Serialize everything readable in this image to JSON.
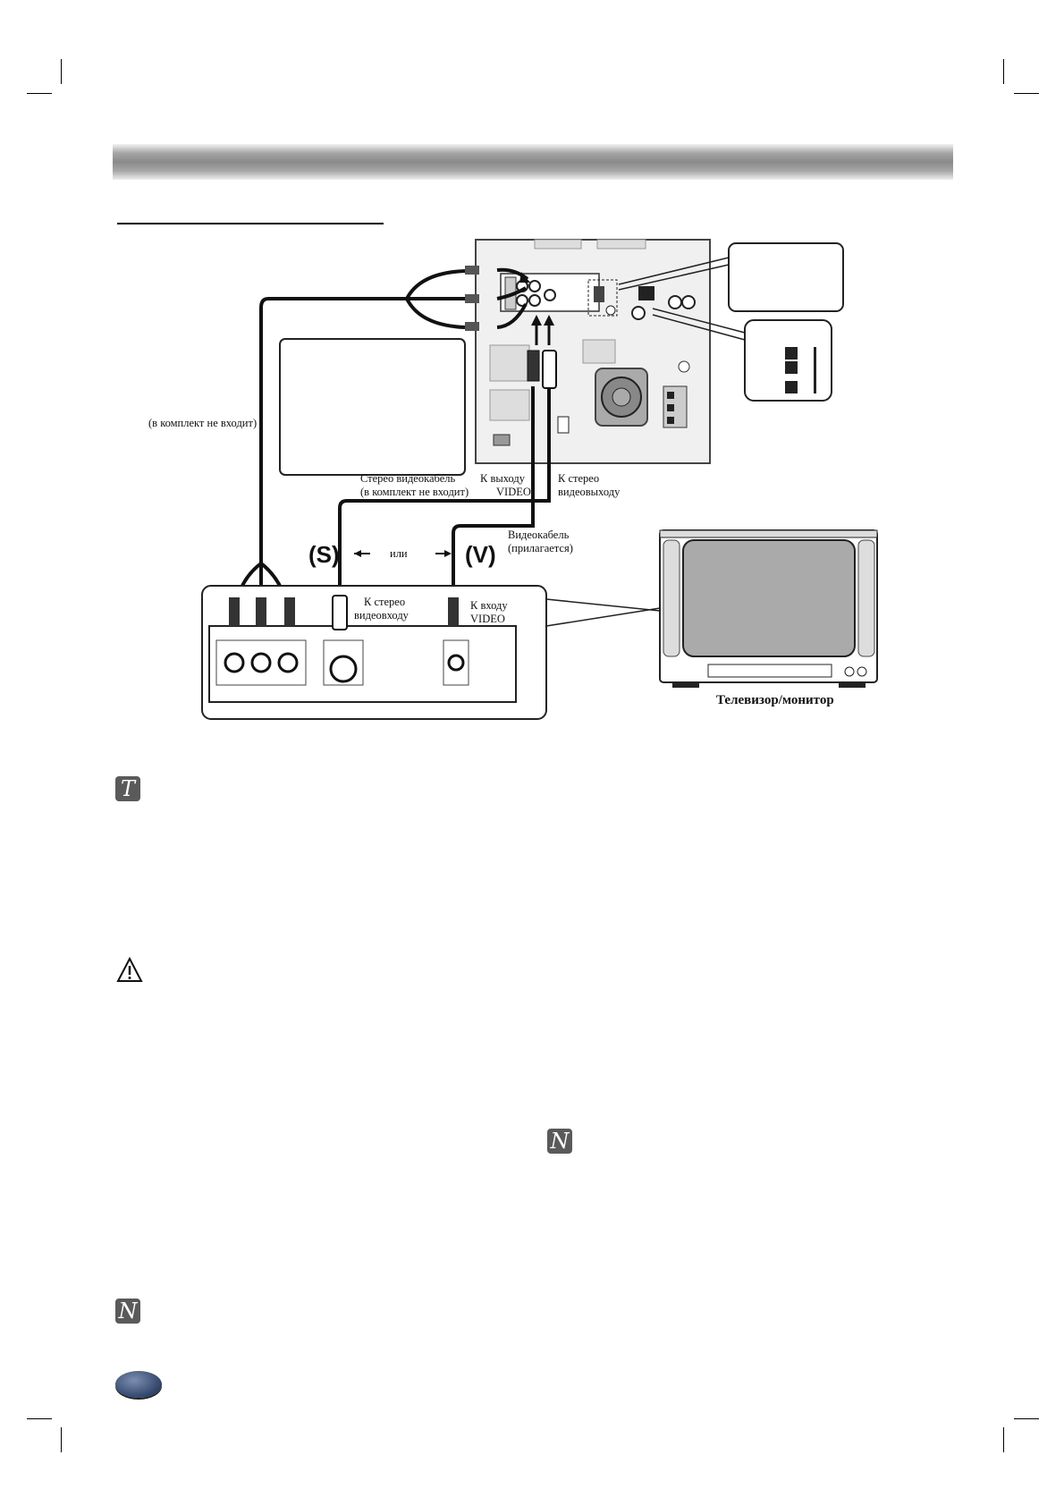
{
  "header": {
    "title": ""
  },
  "diagram": {
    "labels": {
      "not_included": "(в комплект не входит)",
      "stereo_cable_line1": "Стерео видеокабель",
      "stereo_cable_line2": "(в комплект не входит)",
      "to_video_out_line1": "К выходу",
      "to_video_out_line2": "VIDEO",
      "to_stereo_out_line1": "К стерео",
      "to_stereo_out_line2": "видеовыходу",
      "video_cable_line1": "Видеокабель",
      "video_cable_line2": "(прилагается)",
      "option_s": "(S)",
      "or": "или",
      "option_v": "(V)",
      "to_stereo_in_line1": "К стерео",
      "to_stereo_in_line2": "видеовходу",
      "to_video_in_line1": "К входу",
      "to_video_in_line2": "VIDEO",
      "tv_caption": "Телевизор/монитор"
    }
  },
  "icons": {
    "tip": "T",
    "note": "N",
    "caution": "warning-triangle-icon"
  }
}
